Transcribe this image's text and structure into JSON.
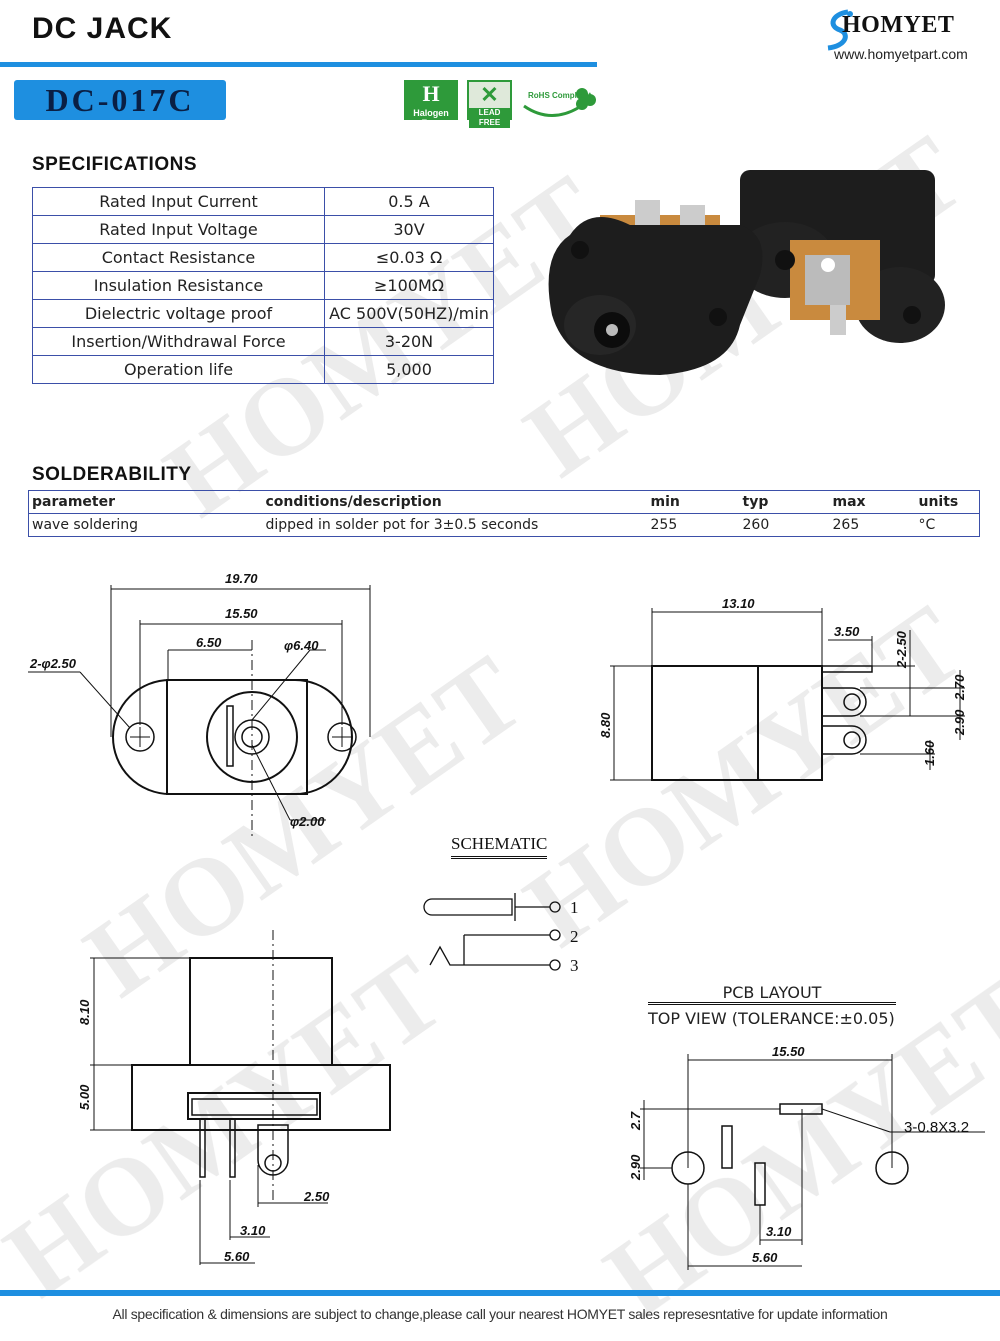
{
  "header": {
    "title": "DC  JACK",
    "brand": "HOMYET",
    "website": "www.homyetpart.com",
    "part_number": "DC-017C"
  },
  "badges": {
    "halogen_free": "Halogen Free",
    "lead_free": "LEAD FREE",
    "rohs": "RoHS Compliant"
  },
  "specifications": {
    "heading": "SPECIFICATIONS",
    "rows": [
      {
        "name": "Rated Input Current",
        "value": "0.5 A"
      },
      {
        "name": "Rated Input Voltage",
        "value": "30V"
      },
      {
        "name": "Contact Resistance",
        "value": "≤0.03 Ω"
      },
      {
        "name": "Insulation Resistance",
        "value": "≥100MΩ"
      },
      {
        "name": "Dielectric voltage proof",
        "value": "AC 500V(50HZ)/min"
      },
      {
        "name": "Insertion/Withdrawal Force",
        "value": "3-20N"
      },
      {
        "name": "Operation life",
        "value": "5,000"
      }
    ]
  },
  "solderability": {
    "heading": "SOLDERABILITY",
    "columns": [
      "parameter",
      "conditions/description",
      "min",
      "typ",
      "max",
      "units"
    ],
    "row": [
      "wave soldering",
      "dipped in solder pot for  3±0.5 seconds",
      "255",
      "260",
      "265",
      "°C"
    ]
  },
  "drawings": {
    "front": {
      "d1": "19.70",
      "d2": "15.50",
      "d3": "6.50",
      "d4": "φ6.40",
      "d5": "2-φ2.50",
      "d6": "φ2.00"
    },
    "side": {
      "d1": "13.10",
      "d2": "3.50",
      "d3": "2-2.50",
      "d4": "2.70",
      "d5": "2.90",
      "d6": "8.80",
      "d7": "1.60"
    },
    "bottom": {
      "d1": "8.10",
      "d2": "5.00",
      "d3": "2.50",
      "d4": "3.10",
      "d5": "5.60"
    },
    "schematic": {
      "title": "SCHEMATIC",
      "pins": [
        "1",
        "2",
        "3"
      ]
    },
    "pcb": {
      "title": "PCB  LAYOUT",
      "subtitle": "TOP VIEW (TOLERANCE:±0.05)",
      "d1": "15.50",
      "d2": "2.7",
      "d3": "2.90",
      "d4": "3.10",
      "d5": "5.60",
      "slot": "3-0.8X3.2"
    }
  },
  "footer": "All specification & dimensions are subject to change,please call your nearest HOMYET sales represesntative for update information"
}
